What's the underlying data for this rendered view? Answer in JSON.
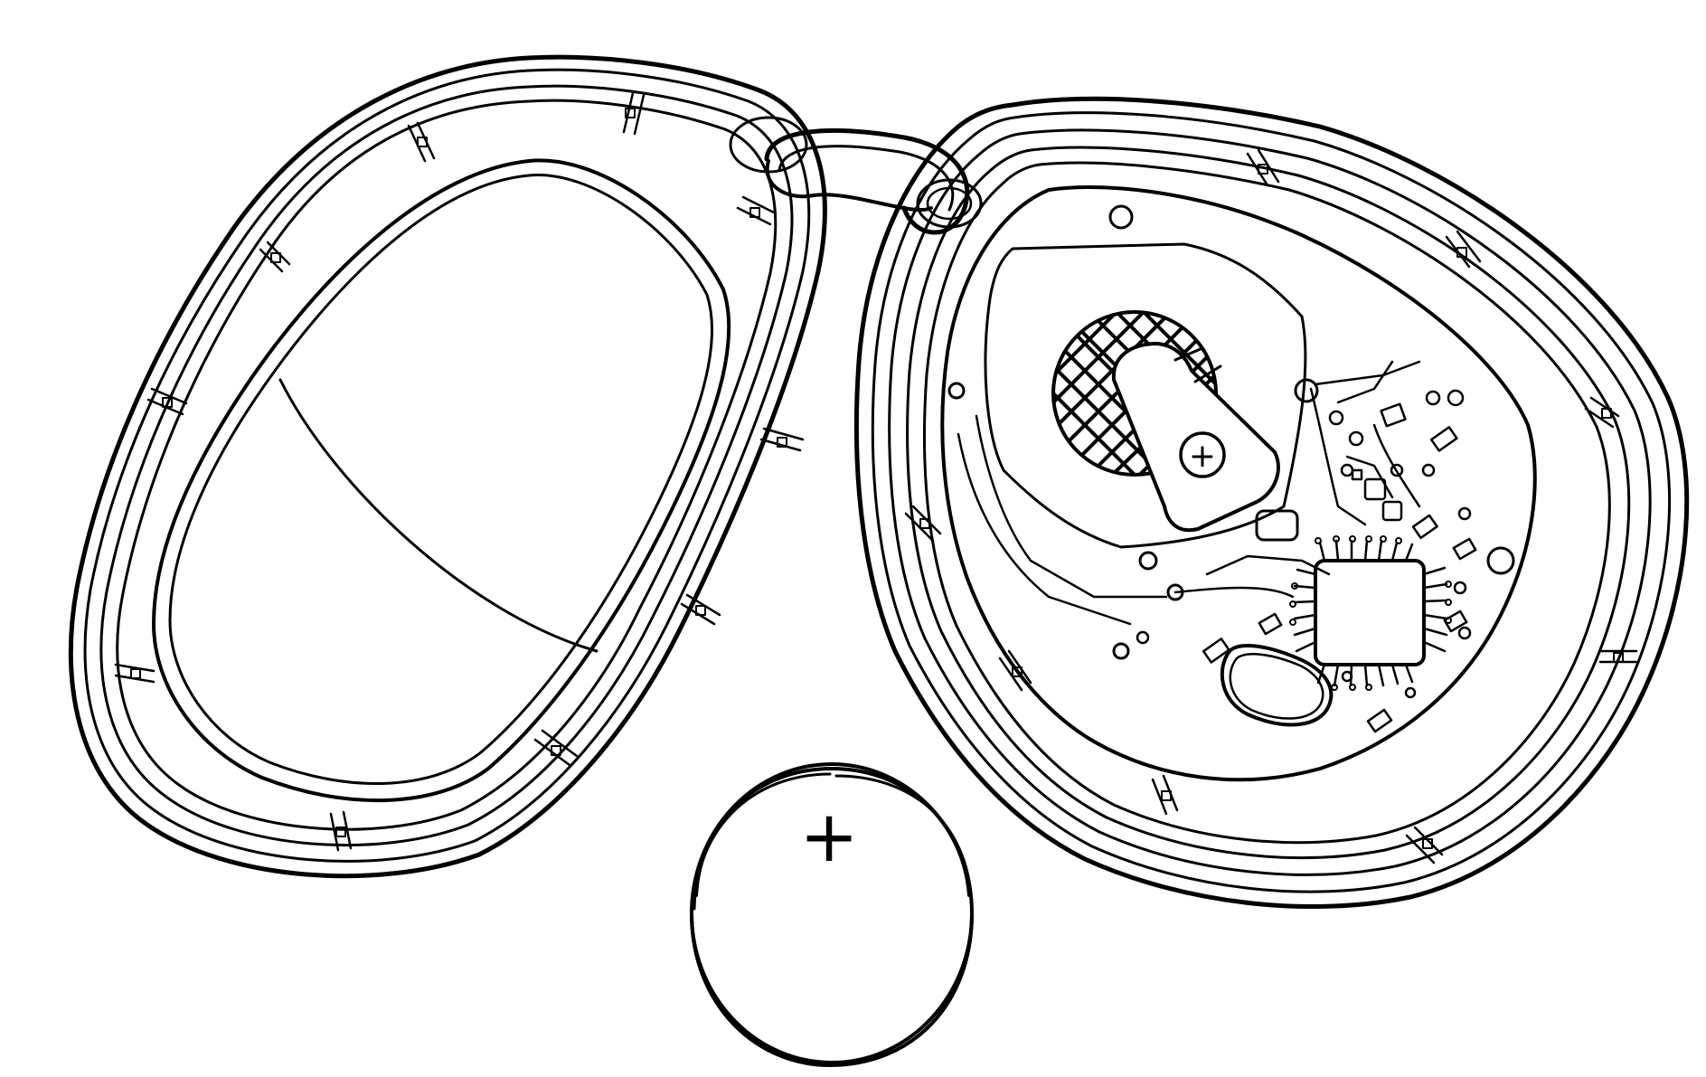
{
  "diagram": {
    "style": "black line art on white",
    "colors": {
      "ink": "#000000",
      "paper": "#ffffff"
    },
    "components": [
      {
        "id": "rear-housing",
        "label": ""
      },
      {
        "id": "key-ring",
        "label": ""
      },
      {
        "id": "front-housing-circuit-board",
        "label": ""
      },
      {
        "id": "coin-battery",
        "label": ""
      }
    ],
    "battery": {
      "polarity_mark": "+"
    },
    "battery_holder": {
      "polarity_mark": "+"
    }
  }
}
